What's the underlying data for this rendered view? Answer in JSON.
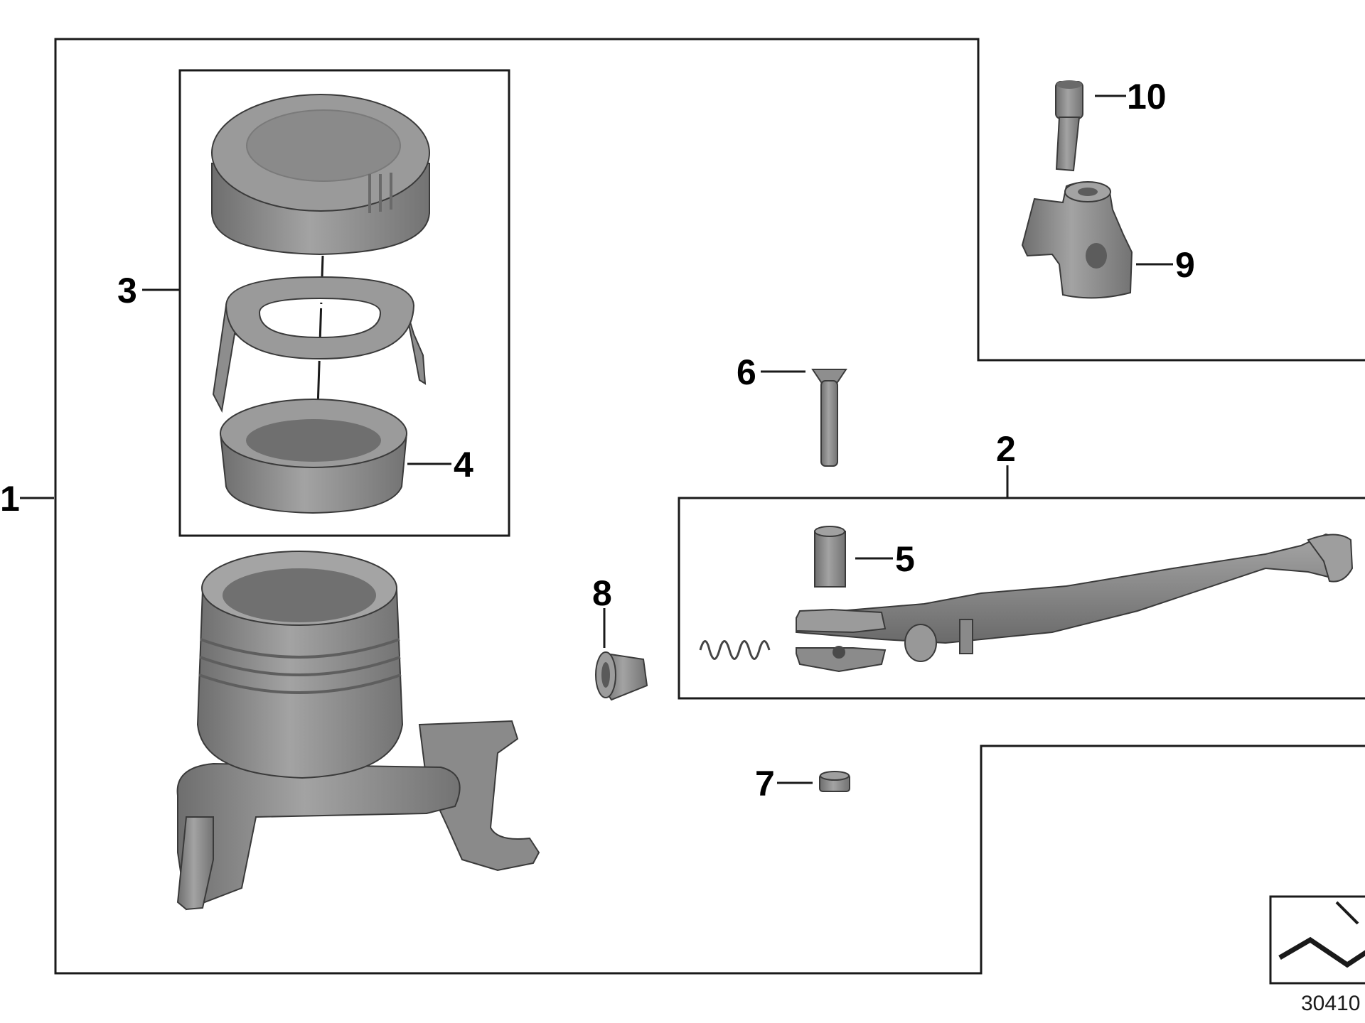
{
  "diagram": {
    "callouts": {
      "c1": "1",
      "c2": "2",
      "c3": "3",
      "c4": "4",
      "c5": "5",
      "c6": "6",
      "c7": "7",
      "c8": "8",
      "c9": "9",
      "c10": "10"
    },
    "reference_number": "30410"
  },
  "colors": {
    "part_fill": "#8c8c8c",
    "part_dark": "#6e6e6e",
    "part_light": "#a8a8a8",
    "frame": "#1a1a1a"
  }
}
